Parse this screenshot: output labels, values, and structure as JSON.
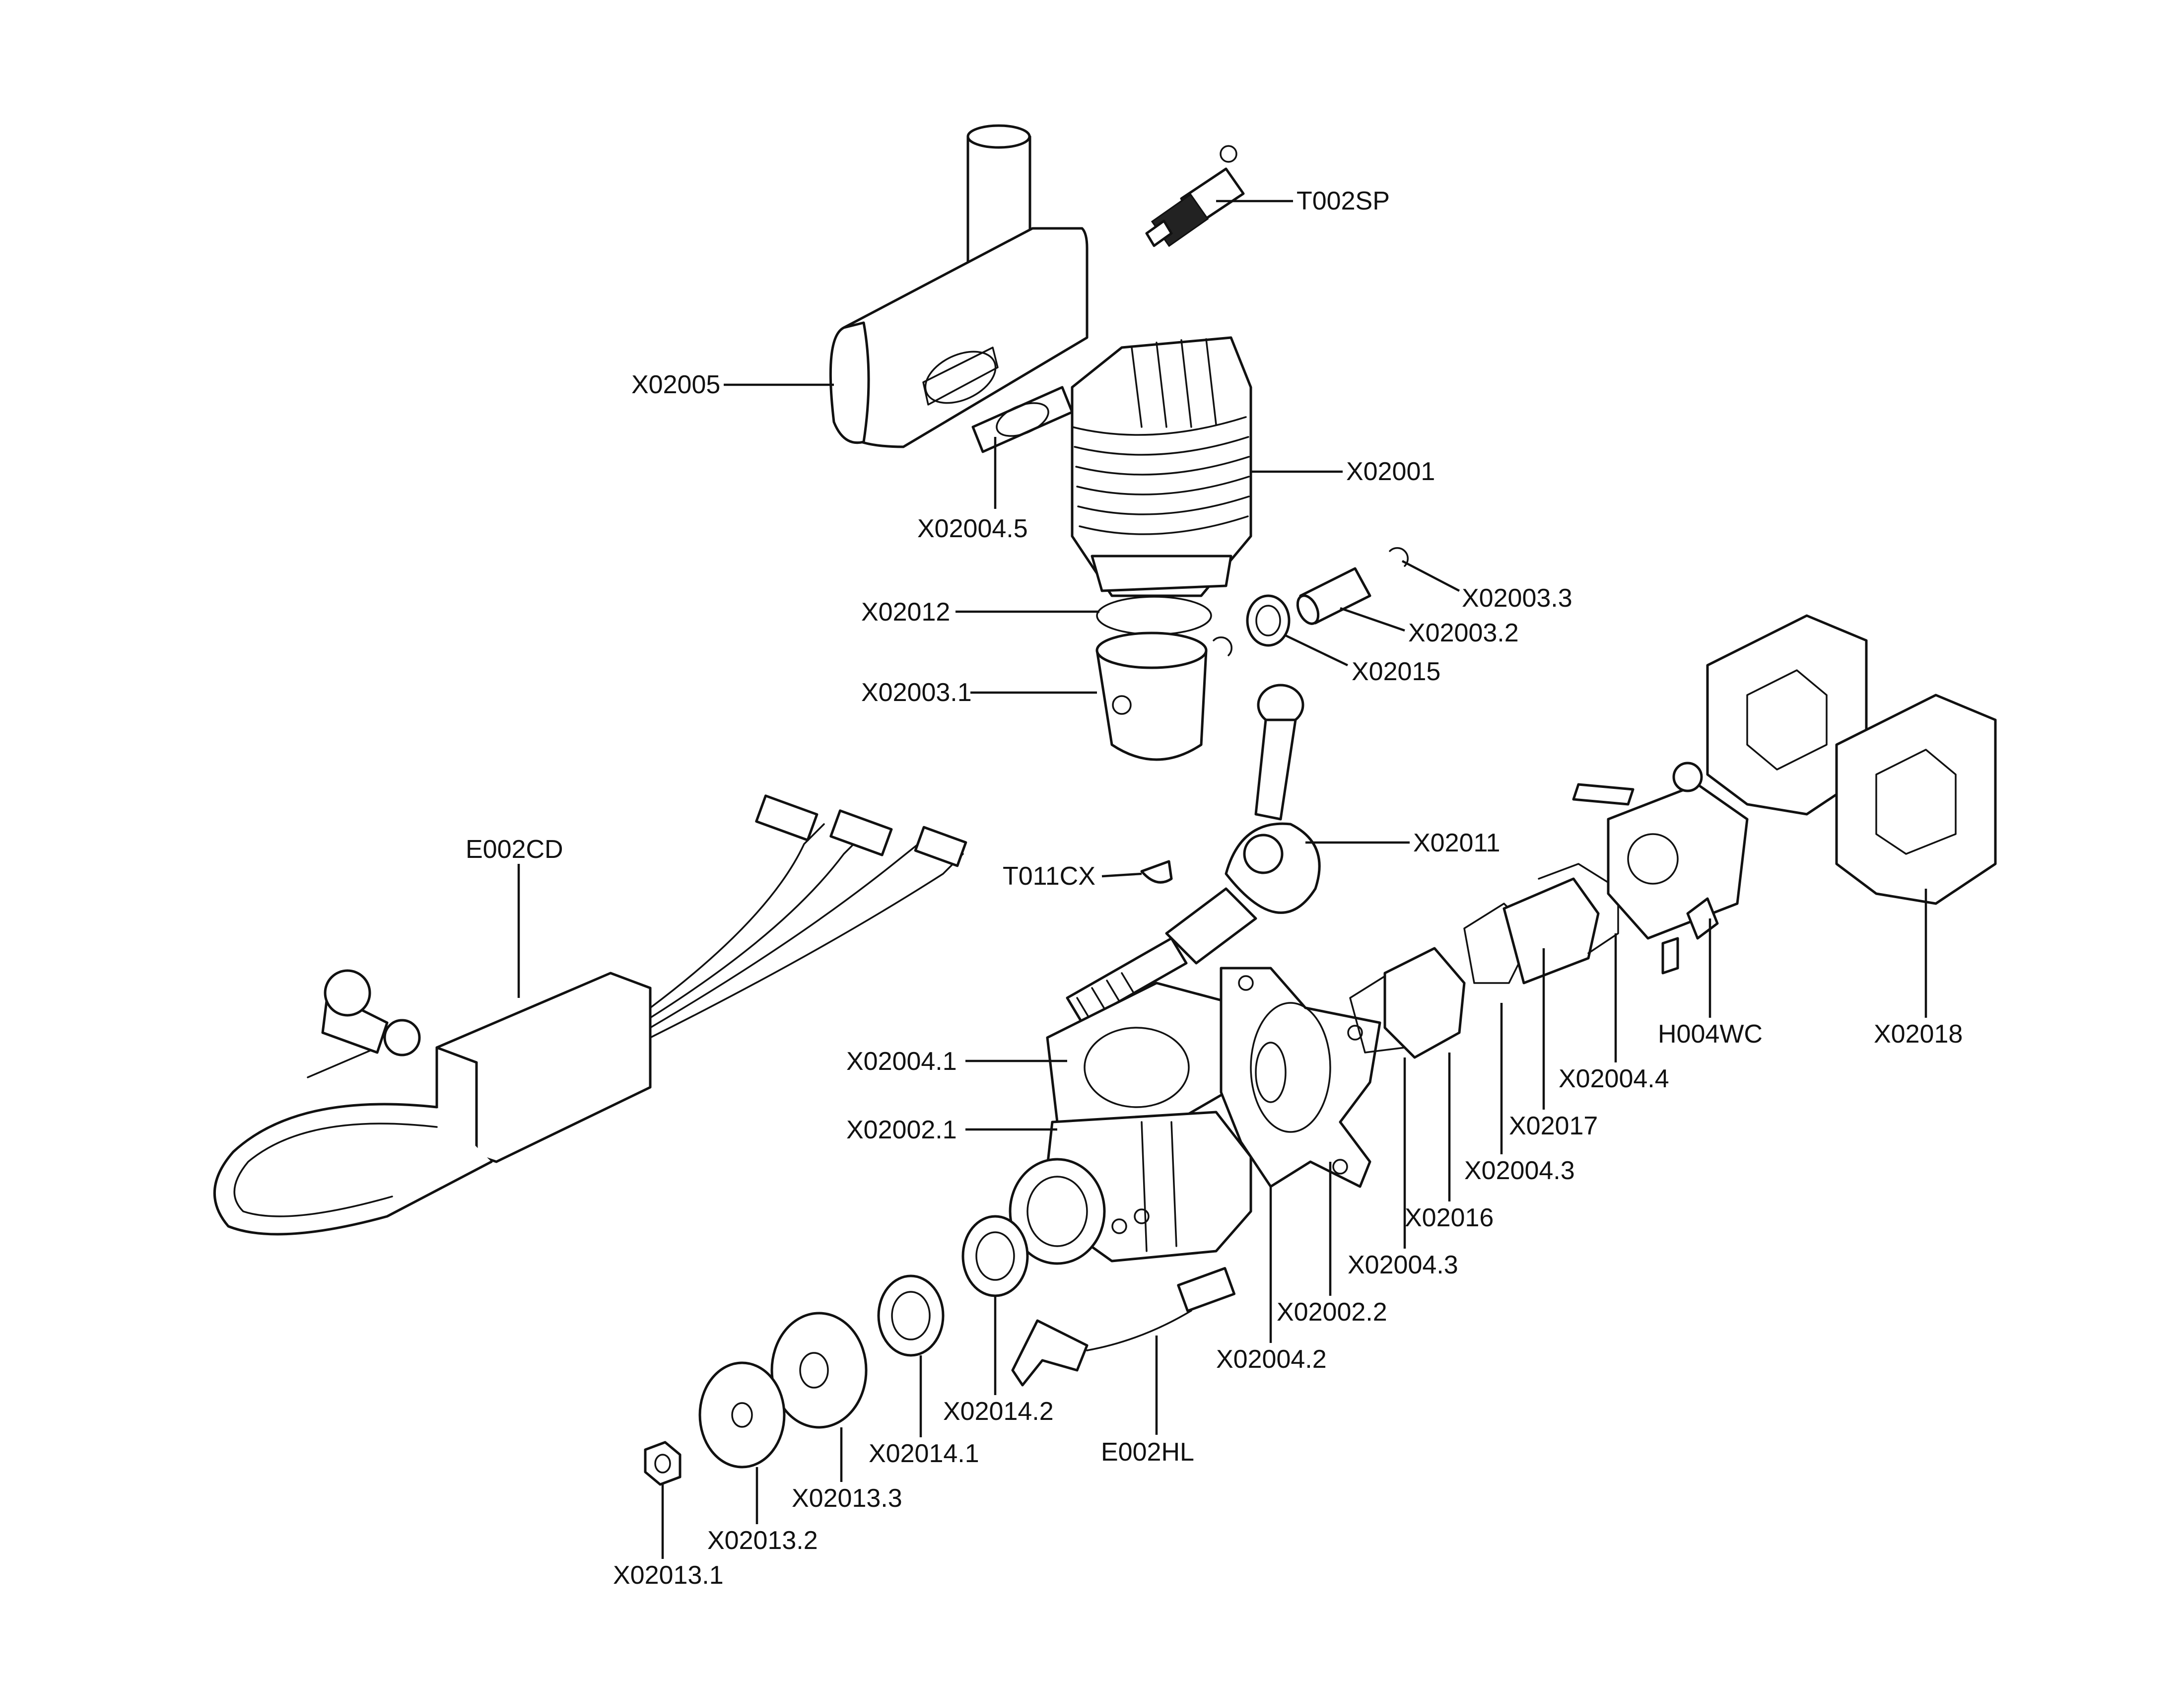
{
  "callouts": {
    "t002sp": "T002SP",
    "x02005": "X02005",
    "x02001": "X02001",
    "x02004_5": "X02004.5",
    "x02003_3": "X02003.3",
    "x02012": "X02012",
    "x02003_2": "X02003.2",
    "x02015": "X02015",
    "x02003_1": "X02003.1",
    "e002cd": "E002CD",
    "x02011": "X02011",
    "t011cx": "T011CX",
    "x02004_1": "X02004.1",
    "x02002_1": "X02002.1",
    "h004wc": "H004WC",
    "x02018": "X02018",
    "x02004_4": "X02004.4",
    "x02017": "X02017",
    "x02004_3a": "X02004.3",
    "x02016": "X02016",
    "x02004_3b": "X02004.3",
    "x02002_2": "X02002.2",
    "x02004_2": "X02004.2",
    "x02014_2": "X02014.2",
    "x02014_1": "X02014.1",
    "e002hl": "E002HL",
    "x02013_3": "X02013.3",
    "x02013_2": "X02013.2",
    "x02013_1": "X02013.1"
  }
}
